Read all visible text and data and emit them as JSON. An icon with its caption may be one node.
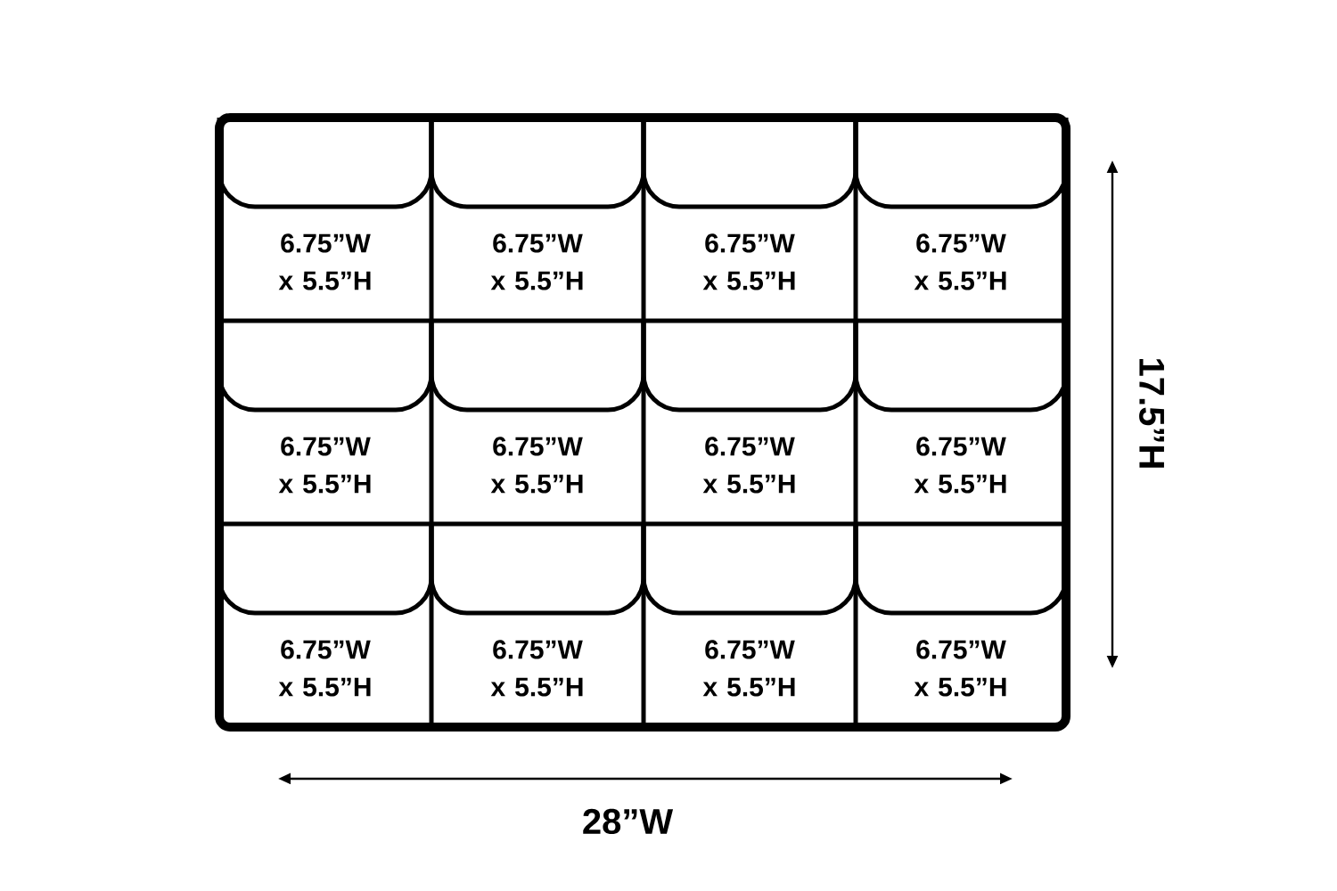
{
  "diagram": {
    "nodes": [
      {
        "text": [
          "6.75”W x 5.5”H"
        ]
      },
      {
        "text": [
          "6.75”W x 5.5”H"
        ]
      },
      {
        "text": [
          "6.75”W x 5.5”H"
        ]
      },
      {
        "text": [
          "6.75”W x 5.5”H"
        ]
      },
      {
        "text": [
          "6.75”W x 5.5”H"
        ]
      },
      {
        "text": [
          "6.75”W x 5.5”H"
        ]
      },
      {
        "text": [
          "6.75”W x 5.5”H"
        ]
      },
      {
        "text": [
          "6.75”W x 5.5”H"
        ]
      },
      {
        "text": [
          "6.75”W x 5.5”H"
        ]
      },
      {
        "text": [
          "6.75”W x 5.5”H"
        ]
      },
      {
        "text": [
          "6.75”W x 5.5”H"
        ]
      },
      {
        "text": [
          "6.75”W x 5.5”H"
        ]
      }
    ],
    "labels": [
      "17.5”H",
      "28”W"
    ]
  }
}
